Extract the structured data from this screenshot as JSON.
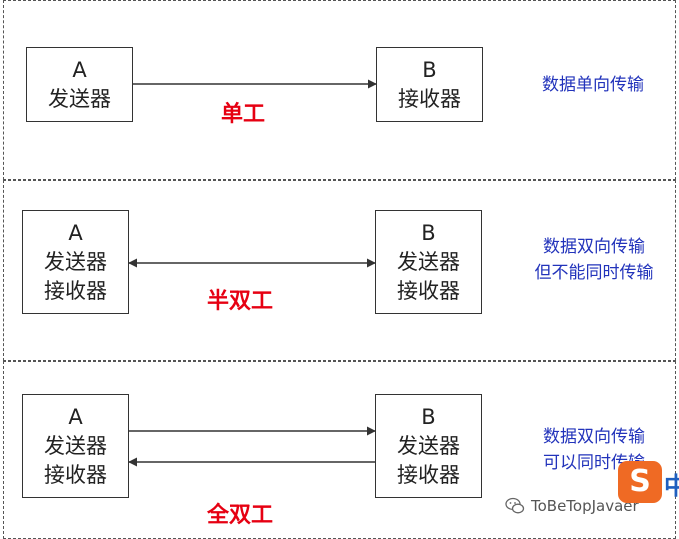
{
  "simplex": {
    "sender": {
      "line1": "A",
      "line2": "发送器"
    },
    "receiver": {
      "line1": "B",
      "line2": "接收器"
    },
    "label": "单工",
    "description": [
      "数据单向传输"
    ]
  },
  "half_duplex": {
    "left": {
      "line1": "A",
      "line2": "发送器",
      "line3": "接收器"
    },
    "right": {
      "line1": "B",
      "line2": "发送器",
      "line3": "接收器"
    },
    "label": "半双工",
    "description": [
      "数据双向传输",
      "但不能同时传输"
    ]
  },
  "full_duplex": {
    "left": {
      "line1": "A",
      "line2": "发送器",
      "line3": "接收器"
    },
    "right": {
      "line1": "B",
      "line2": "发送器",
      "line3": "接收器"
    },
    "label": "全双工",
    "description": [
      "数据双向传输",
      "可以同时传输"
    ]
  },
  "watermark": {
    "text": "ToBeTopJavaer",
    "icon": "wechat-icon"
  },
  "logo": {
    "mark": "S",
    "tail": "中",
    "icon": "sogou-input-logo"
  },
  "colors": {
    "mode_label": "#e60012",
    "description": "#2233bb",
    "border": "#333333",
    "dashed_border": "#555555",
    "logo_badge": "#ef6a24"
  }
}
